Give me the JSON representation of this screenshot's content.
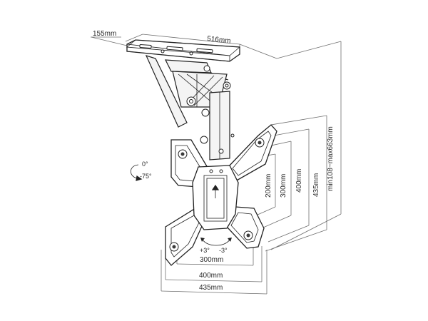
{
  "dimensions": {
    "depth": "155mm",
    "width": "516mm",
    "height_range": "min108~max663mm",
    "vesa_v_200": "200mm",
    "vesa_v_300": "300mm",
    "vesa_v_400": "400mm",
    "vesa_v_435": "435mm",
    "vesa_h_300": "300mm",
    "vesa_h_400": "400mm",
    "vesa_h_435": "435mm"
  },
  "tilt": {
    "start": "0°",
    "end": "-75°"
  },
  "swivel": {
    "positive": "+3°",
    "negative": "-3°"
  },
  "colors": {
    "ink": "#222222",
    "dimension_line": "#6f6f6f"
  }
}
